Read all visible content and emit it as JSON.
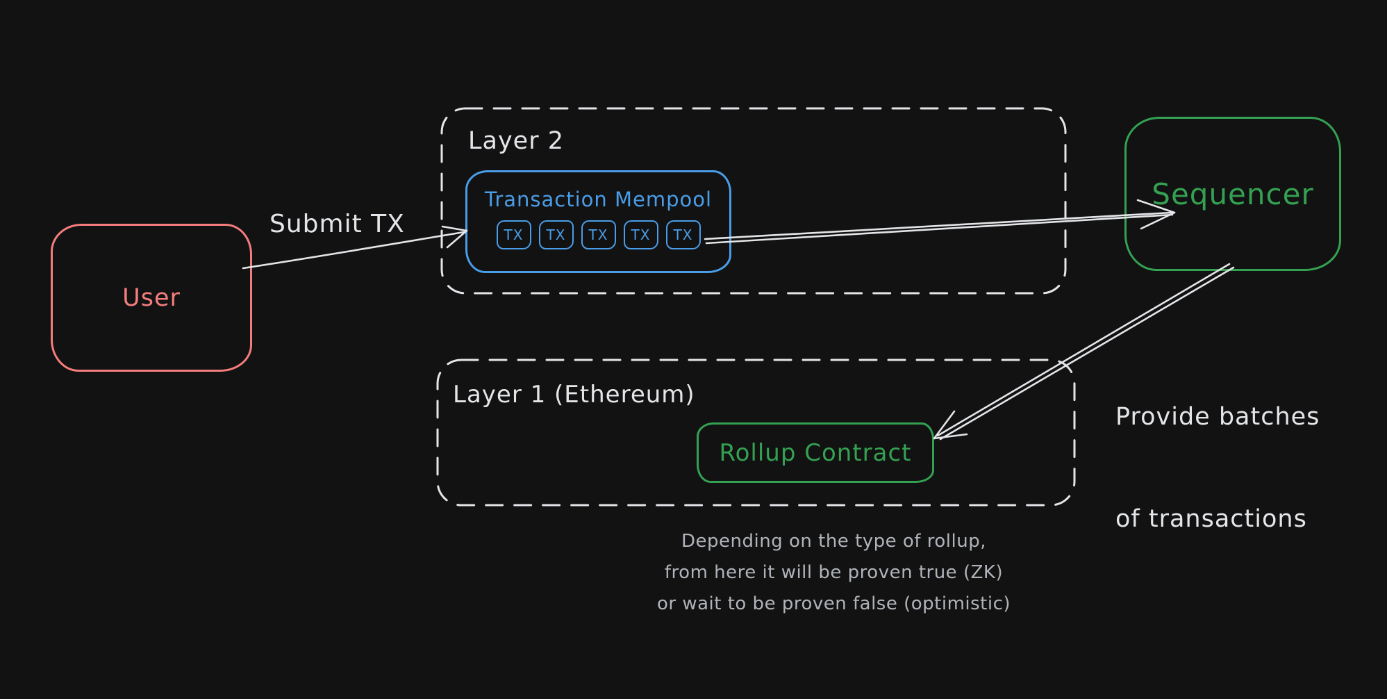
{
  "colors": {
    "background": "#121212",
    "user_accent": "#f47d7d",
    "mempool_accent": "#4a9de8",
    "contract_accent": "#34a152",
    "line_color": "#e3e5e8",
    "caption_text": "#b0b4ba"
  },
  "nodes": {
    "user": {
      "label": "User"
    },
    "layer2": {
      "label": "Layer 2"
    },
    "mempool": {
      "label": "Transaction Mempool",
      "tx_items": [
        "TX",
        "TX",
        "TX",
        "TX",
        "TX"
      ]
    },
    "sequencer": {
      "label": "Sequencer"
    },
    "layer1": {
      "label": "Layer 1 (Ethereum)"
    },
    "rollup": {
      "label": "Rollup Contract"
    }
  },
  "edges": {
    "submit_tx": {
      "label": "Submit TX"
    },
    "provide_batches": {
      "lines": [
        "Provide batches",
        "of transactions"
      ]
    }
  },
  "caption": {
    "lines": [
      "Depending on the type of rollup,",
      "from here it will be proven true (ZK)",
      "or wait to be proven false (optimistic)"
    ]
  }
}
